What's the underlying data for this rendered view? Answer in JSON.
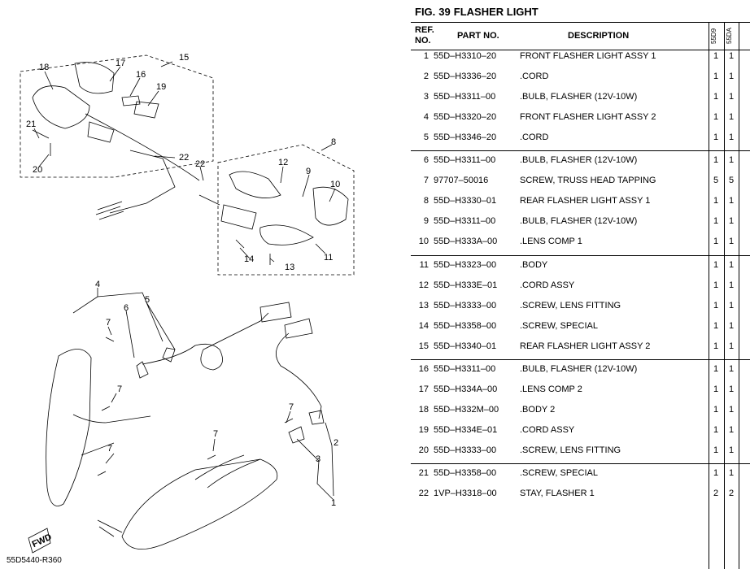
{
  "figure": {
    "label": "FIG.",
    "number": "39",
    "title": "FLASHER LIGHT"
  },
  "drawing_code": "55D5440-R360",
  "columns": {
    "ref_line1": "REF.",
    "ref_line2": "NO.",
    "part": "PART NO.",
    "description": "DESCRIPTION",
    "model1": "55D9",
    "model2": "55DA"
  },
  "parts": [
    {
      "ref": "1",
      "part": "55D–H3310–20",
      "desc": "FRONT FLASHER LIGHT ASSY 1",
      "q1": "1",
      "q2": "1"
    },
    {
      "ref": "2",
      "part": "55D–H3336–20",
      "desc": ".CORD",
      "q1": "1",
      "q2": "1"
    },
    {
      "ref": "3",
      "part": "55D–H3311–00",
      "desc": ".BULB, FLASHER (12V-10W)",
      "q1": "1",
      "q2": "1"
    },
    {
      "ref": "4",
      "part": "55D–H3320–20",
      "desc": "FRONT FLASHER LIGHT ASSY 2",
      "q1": "1",
      "q2": "1"
    },
    {
      "ref": "5",
      "part": "55D–H3346–20",
      "desc": ".CORD",
      "q1": "1",
      "q2": "1"
    },
    {
      "ref": "6",
      "part": "55D–H3311–00",
      "desc": ".BULB, FLASHER (12V-10W)",
      "q1": "1",
      "q2": "1"
    },
    {
      "ref": "7",
      "part": "97707–50016",
      "desc": "SCREW, TRUSS HEAD TAPPING",
      "q1": "5",
      "q2": "5"
    },
    {
      "ref": "8",
      "part": "55D–H3330–01",
      "desc": "REAR FLASHER LIGHT ASSY 1",
      "q1": "1",
      "q2": "1"
    },
    {
      "ref": "9",
      "part": "55D–H3311–00",
      "desc": ".BULB, FLASHER (12V-10W)",
      "q1": "1",
      "q2": "1"
    },
    {
      "ref": "10",
      "part": "55D–H333A–00",
      "desc": ".LENS COMP 1",
      "q1": "1",
      "q2": "1"
    },
    {
      "ref": "11",
      "part": "55D–H3323–00",
      "desc": ".BODY",
      "q1": "1",
      "q2": "1"
    },
    {
      "ref": "12",
      "part": "55D–H333E–01",
      "desc": ".CORD ASSY",
      "q1": "1",
      "q2": "1"
    },
    {
      "ref": "13",
      "part": "55D–H3333–00",
      "desc": ".SCREW, LENS FITTING",
      "q1": "1",
      "q2": "1"
    },
    {
      "ref": "14",
      "part": "55D–H3358–00",
      "desc": ".SCREW, SPECIAL",
      "q1": "1",
      "q2": "1"
    },
    {
      "ref": "15",
      "part": "55D–H3340–01",
      "desc": "REAR FLASHER LIGHT ASSY 2",
      "q1": "1",
      "q2": "1"
    },
    {
      "ref": "16",
      "part": "55D–H3311–00",
      "desc": ".BULB, FLASHER (12V-10W)",
      "q1": "1",
      "q2": "1"
    },
    {
      "ref": "17",
      "part": "55D–H334A–00",
      "desc": ".LENS COMP 2",
      "q1": "1",
      "q2": "1"
    },
    {
      "ref": "18",
      "part": "55D–H332M–00",
      "desc": ".BODY 2",
      "q1": "1",
      "q2": "1"
    },
    {
      "ref": "19",
      "part": "55D–H334E–01",
      "desc": ".CORD ASSY",
      "q1": "1",
      "q2": "1"
    },
    {
      "ref": "20",
      "part": "55D–H3333–00",
      "desc": ".SCREW, LENS FITTING",
      "q1": "1",
      "q2": "1"
    },
    {
      "ref": "21",
      "part": "55D–H3358–00",
      "desc": ".SCREW, SPECIAL",
      "q1": "1",
      "q2": "1"
    },
    {
      "ref": "22",
      "part": "1VP–H3318–00",
      "desc": "STAY, FLASHER 1",
      "q1": "2",
      "q2": "2"
    }
  ],
  "callouts": [
    "1",
    "2",
    "3",
    "4",
    "5",
    "6",
    "7",
    "8",
    "9",
    "10",
    "11",
    "12",
    "13",
    "14",
    "15",
    "16",
    "17",
    "18",
    "19",
    "20",
    "21",
    "22"
  ],
  "fwd_label": "FWD"
}
